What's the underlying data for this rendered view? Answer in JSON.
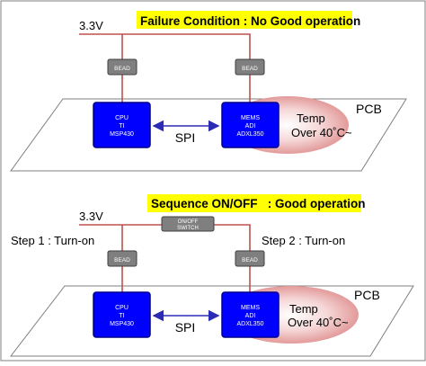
{
  "top": {
    "title": "Failure Condition : No Good operation",
    "voltage": "3.3V",
    "bead_left": "BEAD",
    "bead_right": "BEAD",
    "pcb": "PCB",
    "cpu": [
      "CPU",
      "TI",
      "MSP430"
    ],
    "mems": [
      "MEMS",
      "ADI",
      "ADXL350"
    ],
    "bus": "SPI",
    "temp": [
      "Temp",
      "Over 40˚C~"
    ]
  },
  "bottom": {
    "title": "Sequence ON/OFF   : Good operation",
    "voltage": "3.3V",
    "switch": [
      "ON/OFF",
      "SWITCH"
    ],
    "step1": "Step 1 : Turn-on",
    "step2": "Step 2 : Turn-on",
    "bead_left": "BEAD",
    "bead_right": "BEAD",
    "pcb": "PCB",
    "cpu": [
      "CPU",
      "TI",
      "MSP430"
    ],
    "mems": [
      "MEMS",
      "ADI",
      "ADXL350"
    ],
    "bus": "SPI",
    "temp": [
      "Temp",
      "Over 40˚C~"
    ]
  },
  "colors": {
    "highlight": "#ffff00",
    "chip_fill": "#0000ff",
    "chip_stroke": "#00008b",
    "wire": "#c0504d",
    "bead_fill": "#7f7f7f",
    "arrow": "#2b2bb5",
    "heat_glow": "#e6a8a8"
  }
}
